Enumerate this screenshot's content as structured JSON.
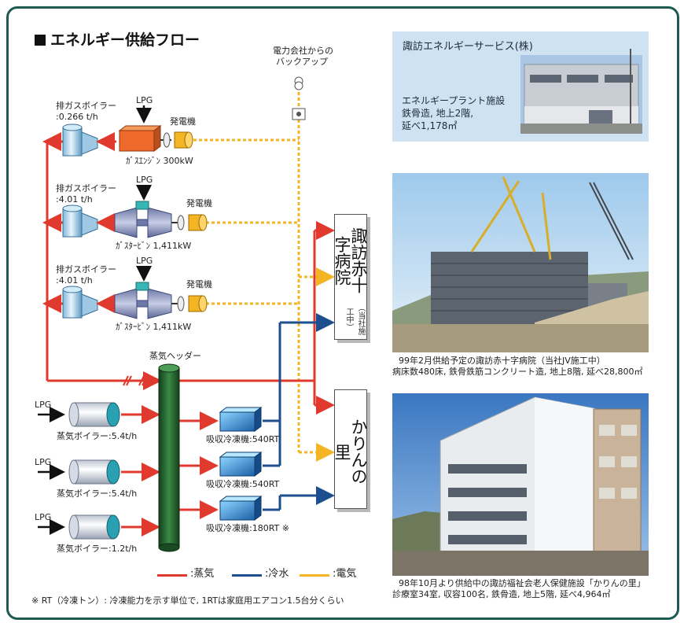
{
  "title": "エネルギー供給フロー",
  "backup": {
    "line1": "電力会社からの",
    "line2": "バックアップ"
  },
  "units": [
    {
      "boiler_label": "排ガスボイラー",
      "boiler_capacity": ":0.266 t/h",
      "fuel": "LPG",
      "engine": "ｶﾞｽｴﾝｼﾞﾝ 300kW",
      "generator": "発電機"
    },
    {
      "boiler_label": "排ガスボイラー",
      "boiler_capacity": ":4.01 t/h",
      "fuel": "LPG",
      "engine": "ｶﾞｽﾀｰﾋﾞﾝ 1,411kW",
      "generator": "発電機"
    },
    {
      "boiler_label": "排ガスボイラー",
      "boiler_capacity": ":4.01 t/h",
      "fuel": "LPG",
      "engine": "ｶﾞｽﾀｰﾋﾞﾝ 1,411kW",
      "generator": "発電機"
    }
  ],
  "header_label": "蒸気ヘッダー",
  "steam_boilers": [
    {
      "fuel": "LPG",
      "label": "蒸気ボイラー:5.4t/h"
    },
    {
      "fuel": "LPG",
      "label": "蒸気ボイラー:5.4t/h"
    },
    {
      "fuel": "LPG",
      "label": "蒸気ボイラー:1.2t/h"
    }
  ],
  "chillers": [
    "吸収冷凍機:540RT",
    "吸収冷凍機:540RT",
    "吸収冷凍機:180RT ※"
  ],
  "destinations": {
    "hospital": {
      "name": "諏訪赤十字病院",
      "sub": "（当社施工中）"
    },
    "karin": {
      "name": "かりんの里"
    }
  },
  "legend": {
    "steam": ":蒸気",
    "cold_water": ":冷水",
    "electricity": ":電気"
  },
  "footnote": "※ RT（冷凍トン）: 冷凍能力を示す単位で, 1RTは家庭用エアコン1.5台分くらい",
  "photo1": {
    "company": "諏訪エネルギーサービス(株)",
    "line1": "エネルギープラント施設",
    "line2": "鉄骨造, 地上2階,",
    "line3": "延べ1,178㎡"
  },
  "photo2": {
    "line1": "99年2月供給予定の諏訪赤十字病院（当社JV施工中）",
    "line2": "病床数480床, 鉄骨鉄筋コンクリート造, 地上8階, 延べ28,800㎡"
  },
  "photo3": {
    "line1": "98年10月より供給中の諏訪福祉会老人保健施設「かりんの里」",
    "line2": "診療室34室, 収容100名, 鉄骨造, 地上5階, 延べ4,964㎡"
  },
  "colors": {
    "steam": "#e03a2e",
    "cold_water": "#1d4f8f",
    "electricity": "#f3b523",
    "frame": "#1d5a52",
    "header": "#1f5a2a"
  }
}
